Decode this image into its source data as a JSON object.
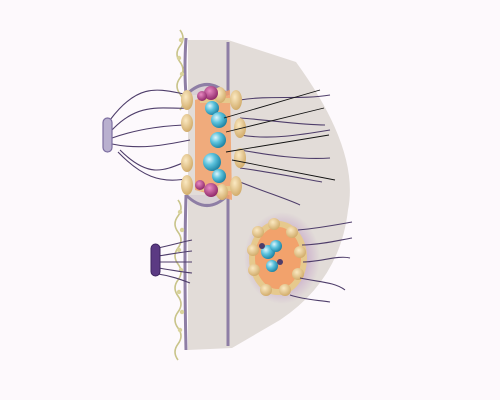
{
  "diagram": {
    "labels": [],
    "colors": {
      "background": "#fdf9fc",
      "envelope_fill": "#e2dcd8",
      "membrane": "#8e7ea5",
      "chromatin": "#c9c48a",
      "ring_tan": "#e6c98d",
      "ring_orange": "#f2a26c",
      "blue_protein": "#2aa7c6",
      "blue_light": "#9fdcee",
      "magenta": "#b0357d",
      "filament": "#4e3d6a",
      "basket_ring": "#5b3a83",
      "leader_line": "#111111"
    },
    "icons": [
      "nuclear-pore-complex",
      "cytoplasmic-filament",
      "nuclear-basket",
      "pore-top-view"
    ]
  }
}
